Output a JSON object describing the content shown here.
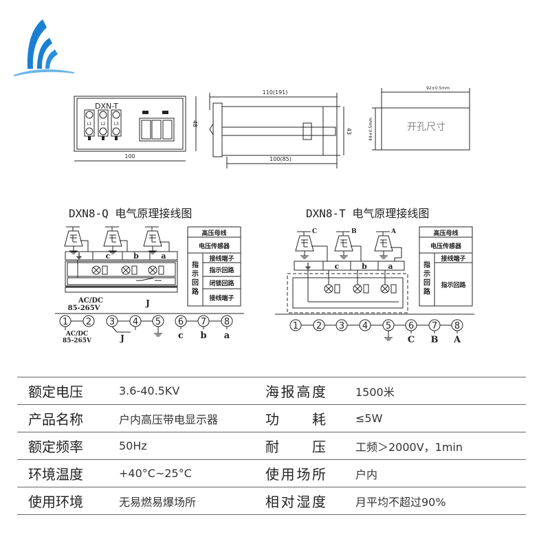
{
  "logo": {
    "colors": {
      "primary": "#1a7fd4",
      "wave": "#6ab6e8"
    }
  },
  "drawings": {
    "front": {
      "model": "DXN-T",
      "lamps": [
        "L1",
        "L2",
        "L3"
      ],
      "width": "100",
      "height": "48"
    },
    "side": {
      "length": "110(191)",
      "depth": "100(85)",
      "height": "43"
    },
    "cutout": {
      "label": "开孔尺寸",
      "width": "92±0.5mm",
      "height": "44±0.5mm"
    }
  },
  "wiring": [
    {
      "title": "DXN8-Q 电气原理接线图",
      "terminal_labels": [
        "⏚",
        "c",
        "b",
        "a"
      ],
      "supply": "AC/DC",
      "supply_range": "85-265V",
      "relay": "J",
      "legend": {
        "busbar": "高压母线",
        "sensor": "电压传感器",
        "group": "指示回路",
        "items": [
          "接线端子",
          "指示回路",
          "闭锁回路",
          "接线端子"
        ]
      },
      "terminals": [
        "1",
        "2",
        "3",
        "4",
        "5",
        "6",
        "7",
        "8"
      ],
      "bottom_labels": [
        "⏚",
        "c",
        "b",
        "a"
      ]
    },
    {
      "title": "DXN8-T 电气原理接线图",
      "phase_labels": [
        "C",
        "B",
        "A"
      ],
      "terminal_labels": [
        "⏚",
        "c",
        "b",
        "a"
      ],
      "legend": {
        "busbar": "高压母线",
        "sensor": "电压传感器",
        "group": "指示回路",
        "items": [
          "接线端子",
          "指示回路"
        ]
      },
      "terminals": [
        "1",
        "2",
        "3",
        "4",
        "5",
        "6",
        "7",
        "8"
      ],
      "bottom_labels": [
        "⏚",
        "C",
        "B",
        "A"
      ]
    }
  ],
  "specs": [
    [
      {
        "k": "额定电压",
        "v": "3.6-40.5KV"
      },
      {
        "k": "海报高度",
        "v": "1500米"
      }
    ],
    [
      {
        "k": "产品名称",
        "v": "户内高压带电显示器"
      },
      {
        "k": "功耗",
        "v": "≤5W"
      }
    ],
    [
      {
        "k": "额定频率",
        "v": "50Hz"
      },
      {
        "k": "耐压",
        "v": "工频＞2000V，1min"
      }
    ],
    [
      {
        "k": "环境温度",
        "v": "+40°C~25°C"
      },
      {
        "k": "使用场所",
        "v": "户内"
      }
    ],
    [
      {
        "k": "使用环境",
        "v": "无易燃易爆场所"
      },
      {
        "k": "相对湿度",
        "v": "月平均不超过90%"
      }
    ]
  ]
}
